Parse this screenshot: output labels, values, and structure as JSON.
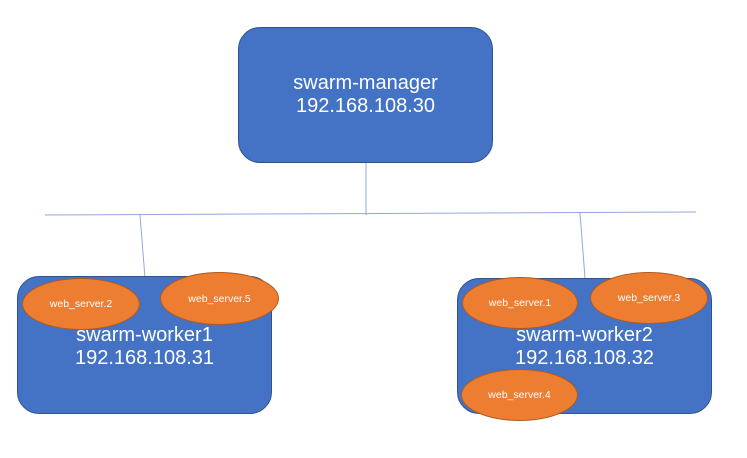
{
  "colors": {
    "node_fill": "#4472c4",
    "node_border": "#2f528f",
    "service_fill": "#ed7d31",
    "service_border": "#ae5a21",
    "connector": "#8faadc"
  },
  "manager": {
    "name": "swarm-manager",
    "ip": "192.168.108.30"
  },
  "workers": [
    {
      "name": "swarm-worker1",
      "ip": "192.168.108.31",
      "services": [
        "web_server.2",
        "web_server.5"
      ]
    },
    {
      "name": "swarm-worker2",
      "ip": "192.168.108.32",
      "services": [
        "web_server.1",
        "web_server.3",
        "web_server.4"
      ]
    }
  ]
}
